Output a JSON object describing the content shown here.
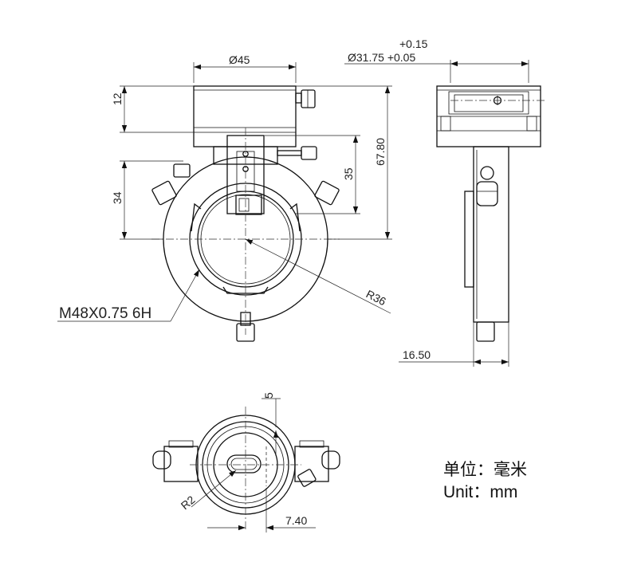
{
  "dimensions": {
    "top_width": "Ø45",
    "tol_upper": "+0.15",
    "side_diameter": "Ø31.75 +0.05",
    "left_12": "12",
    "left_34": "34",
    "mid_35": "35",
    "right_6780": "67.80",
    "thread": "M48X0.75 6H",
    "radius": "R36",
    "side_1650": "16.50",
    "bottom_5": "5",
    "bottom_r2": "R2",
    "bottom_740": "7.40"
  },
  "units": {
    "zh_label": "单位：",
    "zh_value": "毫米",
    "en_label": "Unit：",
    "en_value": "mm"
  }
}
